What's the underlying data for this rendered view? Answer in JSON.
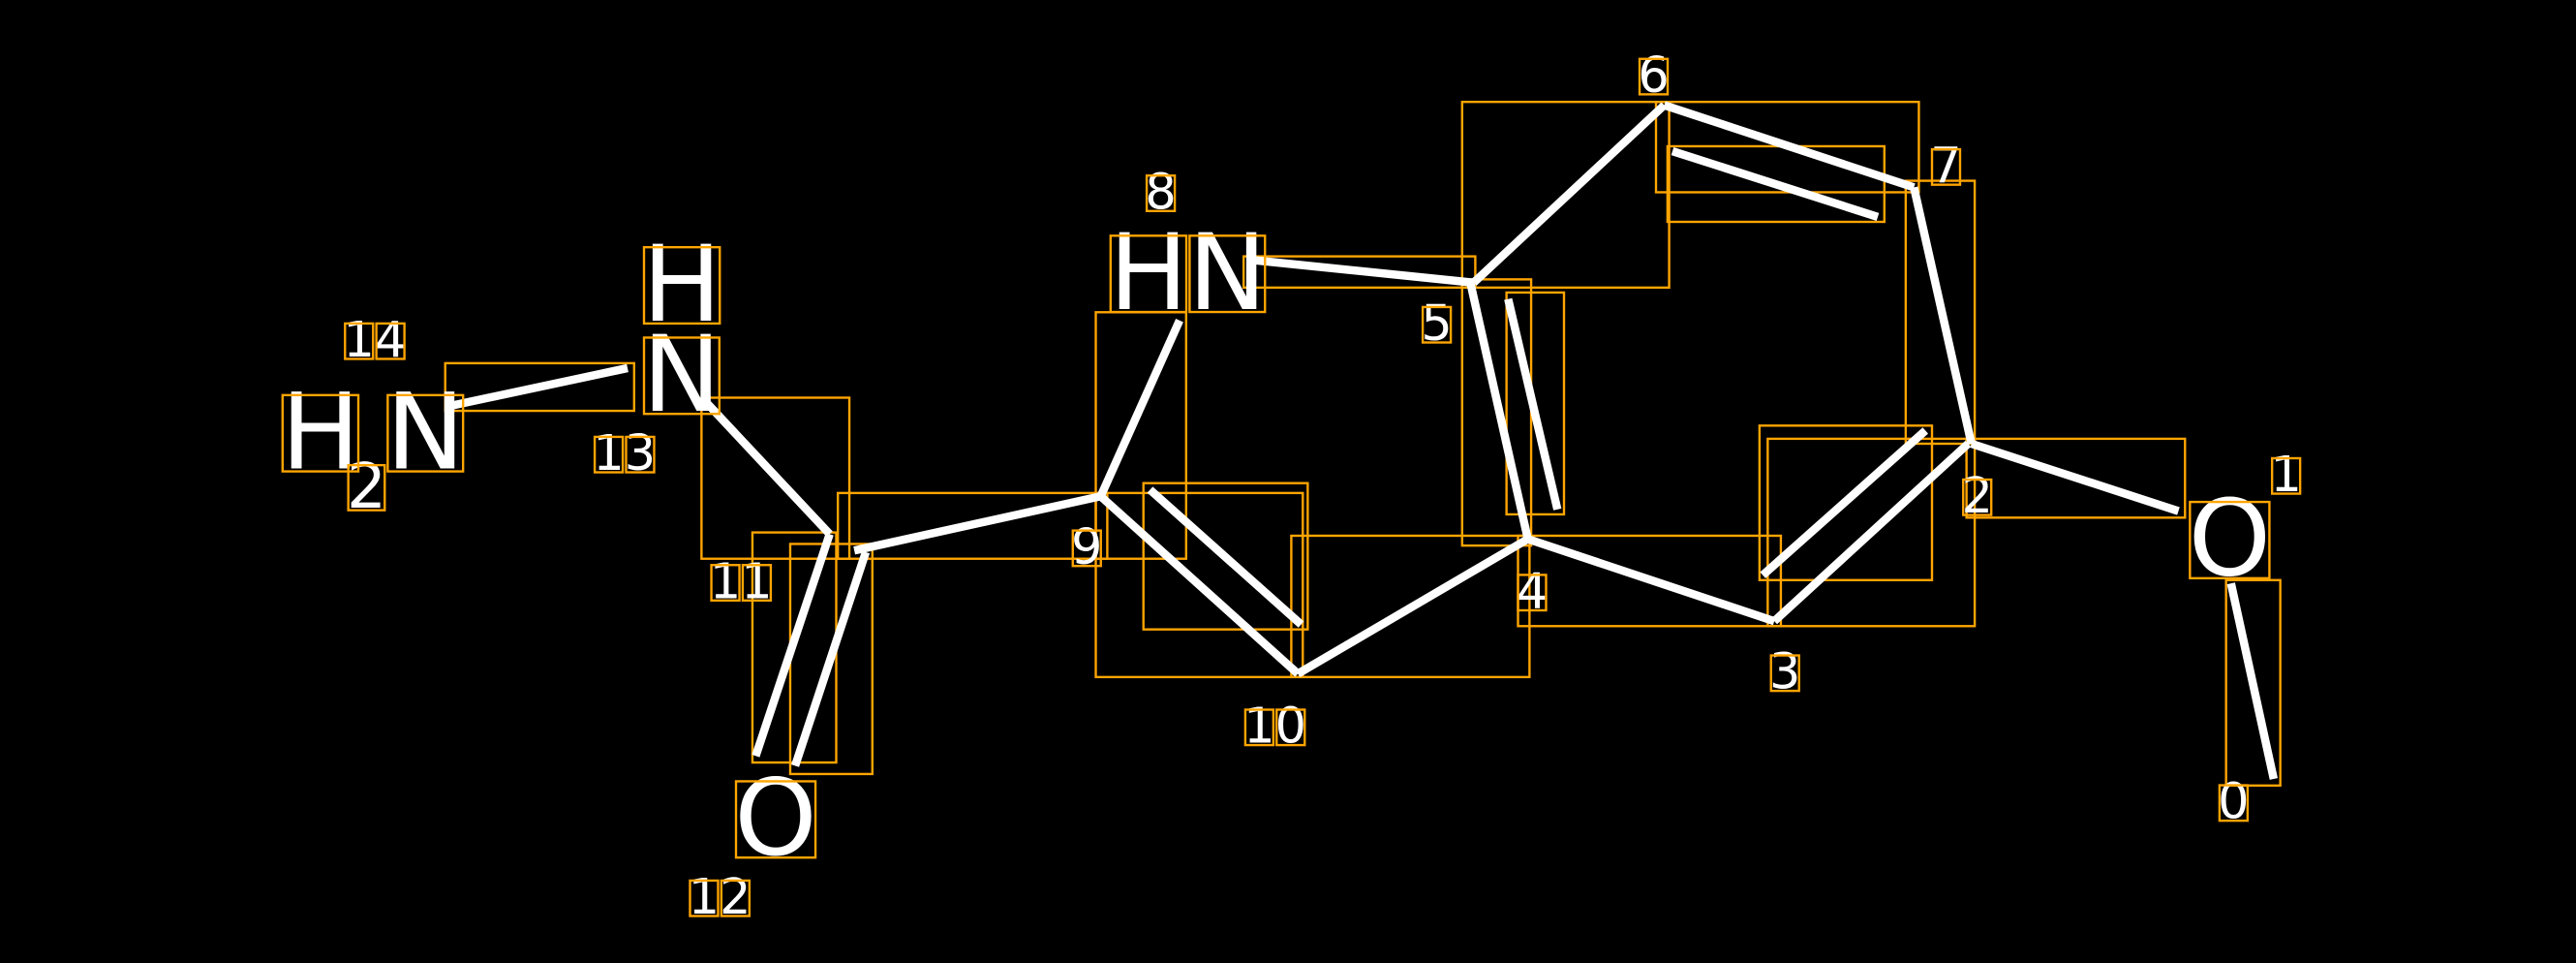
{
  "colors": {
    "background": "#000000",
    "bonds": "#ffffff",
    "boxes": "#ffa500"
  },
  "atoms": {
    "n14": {
      "h": "H",
      "sub": "2",
      "n": "N"
    },
    "n13": {
      "h": "H",
      "n": "N"
    },
    "n8": {
      "label": "HN"
    },
    "o12": {
      "label": "O"
    },
    "o1": {
      "label": "O"
    }
  },
  "indices": [
    "0",
    "1",
    "2",
    "3",
    "4",
    "5",
    "6",
    "7",
    "8",
    "9",
    "10",
    "11",
    "12",
    "13",
    "14"
  ]
}
